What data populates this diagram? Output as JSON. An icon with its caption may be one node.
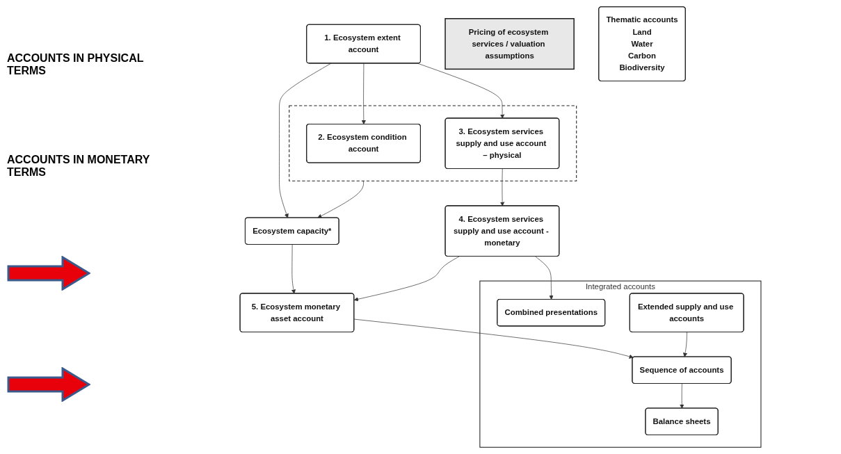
{
  "diagram": {
    "nodes": [
      {
        "text": [
          "1. Ecosystem extent account"
        ]
      },
      {
        "text": [],
        "shape": "box"
      },
      {
        "text": [
          "2. Ecosystem condition account"
        ],
        "in": 1
      },
      {
        "text": [
          "3. Ecosystem services supply and use account – physical"
        ],
        "in": 1
      },
      {
        "text": [
          "Ecosystem capacity*"
        ]
      },
      {
        "text": [
          "Pricing of ecosystem services / valuation assumptions"
        ]
      },
      {
        "text": [
          "4. Ecosystem services supply and use account - monetary"
        ]
      },
      {
        "text": [
          "5. Ecosystem monetary asset account"
        ]
      },
      {
        "text": [
          "Integrated accounts"
        ]
      },
      {
        "text": [
          "Combined presentations"
        ],
        "in": 8
      },
      {
        "text": [
          "Extended supply and use accounts"
        ],
        "in": 8
      },
      {
        "text": [
          "Sequence of accounts"
        ],
        "in": 8
      },
      {
        "text": [
          "Balance sheets"
        ],
        "in": 8
      },
      {
        "text": [
          "Thematic accounts",
          "Land",
          "Water",
          "Carbon",
          "Biodiversity"
        ]
      }
    ],
    "edges": [
      {
        "from": 0,
        "to": 2,
        "arrow": "to"
      },
      {
        "from": 0,
        "to": 3,
        "arrow": "to"
      },
      {
        "from": 0,
        "to": 4,
        "arrow": "to"
      },
      {
        "from": 1,
        "to": 4,
        "arrow": "to"
      },
      {
        "from": 3,
        "to": 6,
        "arrow": "to"
      },
      {
        "from": 4,
        "to": 7,
        "arrow": "to"
      },
      {
        "from": 6,
        "to": 7,
        "arrow": "to"
      },
      {
        "from": 6,
        "to": 9,
        "arrow": "to"
      },
      {
        "from": 7,
        "to": 11,
        "arrow": "to"
      },
      {
        "from": 10,
        "to": 11,
        "arrow": "to"
      },
      {
        "from": 11,
        "to": 12,
        "arrow": "to"
      }
    ],
    "labels": [
      "ACCOUNTS IN PHYSICAL TERMS",
      "ACCOUNTS IN MONETARY TERMS"
    ]
  }
}
